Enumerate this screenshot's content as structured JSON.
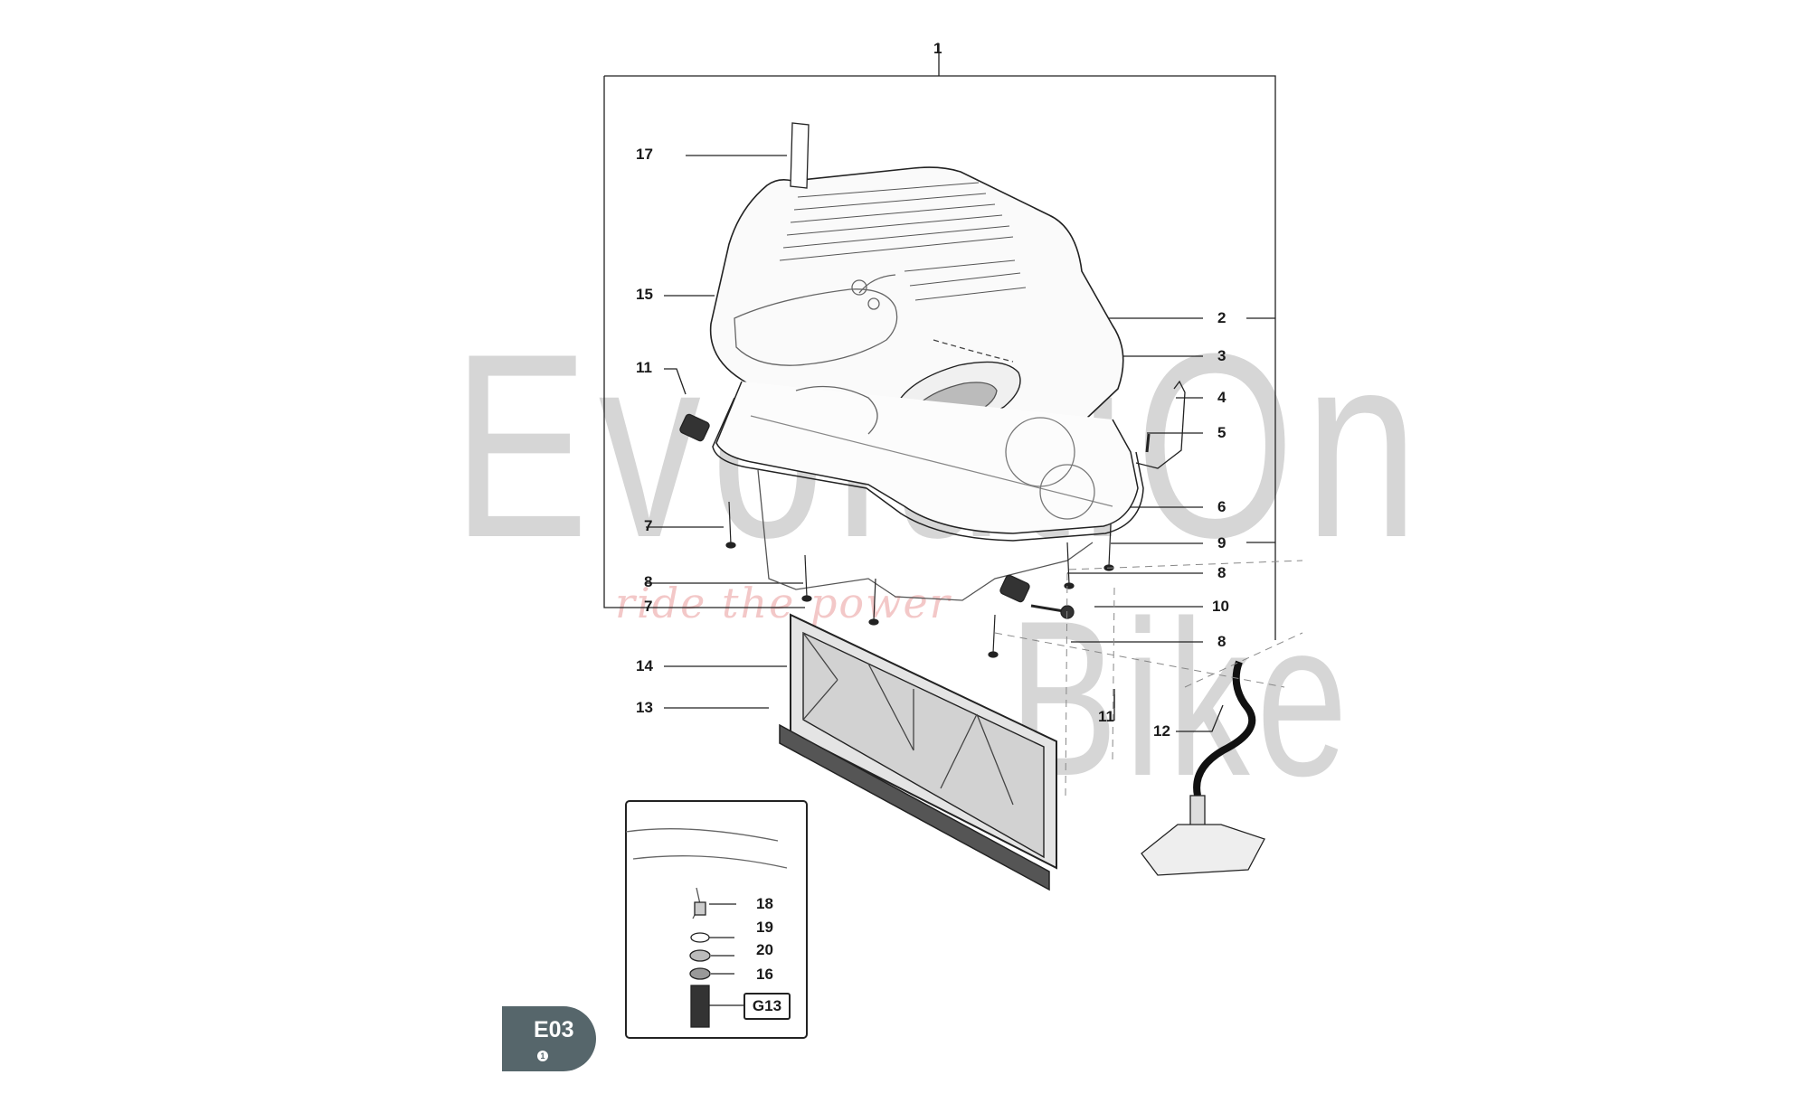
{
  "watermark": {
    "line1": "EvolutiOn",
    "line2": "Bike",
    "tagline": "ride the power"
  },
  "badge": {
    "code": "E03",
    "sub": "1"
  },
  "detail_callout": {
    "label": "G13"
  },
  "callouts": {
    "c1": "1",
    "c2": "2",
    "c3": "3",
    "c4": "4",
    "c5": "5",
    "c6": "6",
    "c7a": "7",
    "c7b": "7",
    "c8a": "8",
    "c8b": "8",
    "c8c": "8",
    "c9": "9",
    "c10": "10",
    "c11a": "11",
    "c11b": "11",
    "c12": "12",
    "c13": "13",
    "c14": "14",
    "c15": "15",
    "c16": "16",
    "c17": "17",
    "c18": "18",
    "c19": "19",
    "c20": "20"
  }
}
